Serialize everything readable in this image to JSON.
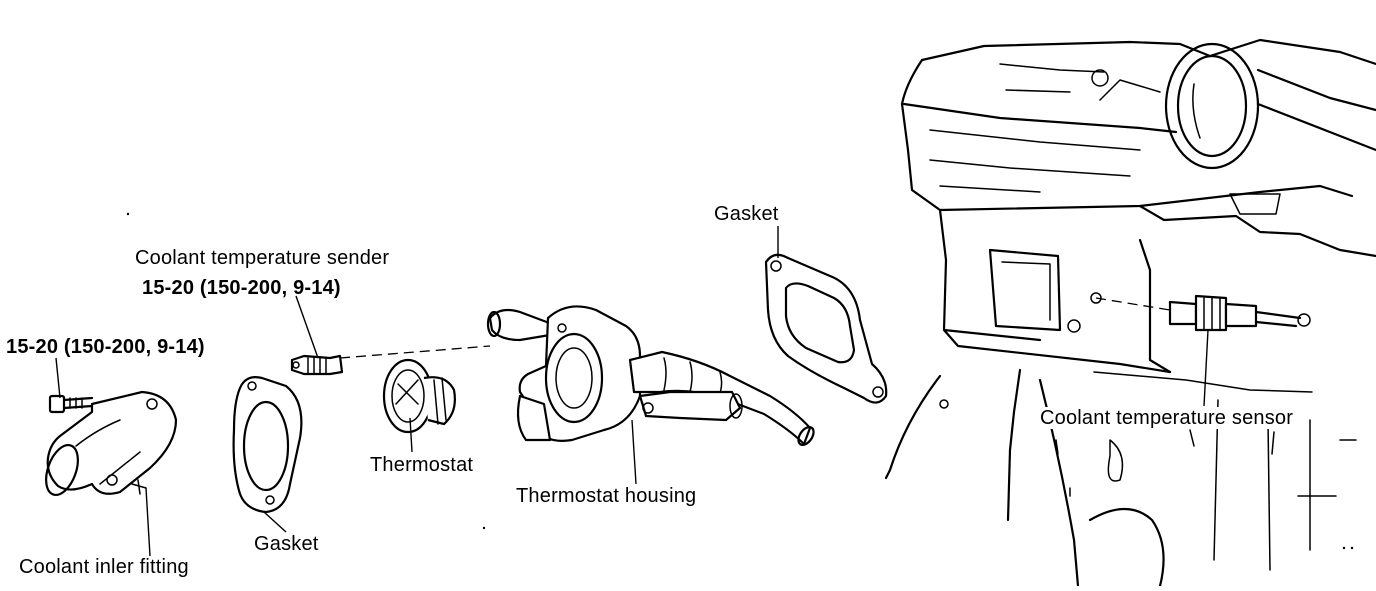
{
  "labels": {
    "sender_name": "Coolant temperature sender",
    "sender_torque": "15-20 (150-200, 9-14)",
    "bolt_torque": "15-20 (150-200, 9-14)",
    "thermostat": "Thermostat",
    "thermostat_housing": "Thermostat housing",
    "gasket_left": "Gasket",
    "gasket_right": "Gasket",
    "inlet_fitting": "Coolant inler fitting",
    "sensor": "Coolant temperature sensor"
  },
  "colors": {
    "ink": "#000000",
    "paper": "#ffffff"
  }
}
